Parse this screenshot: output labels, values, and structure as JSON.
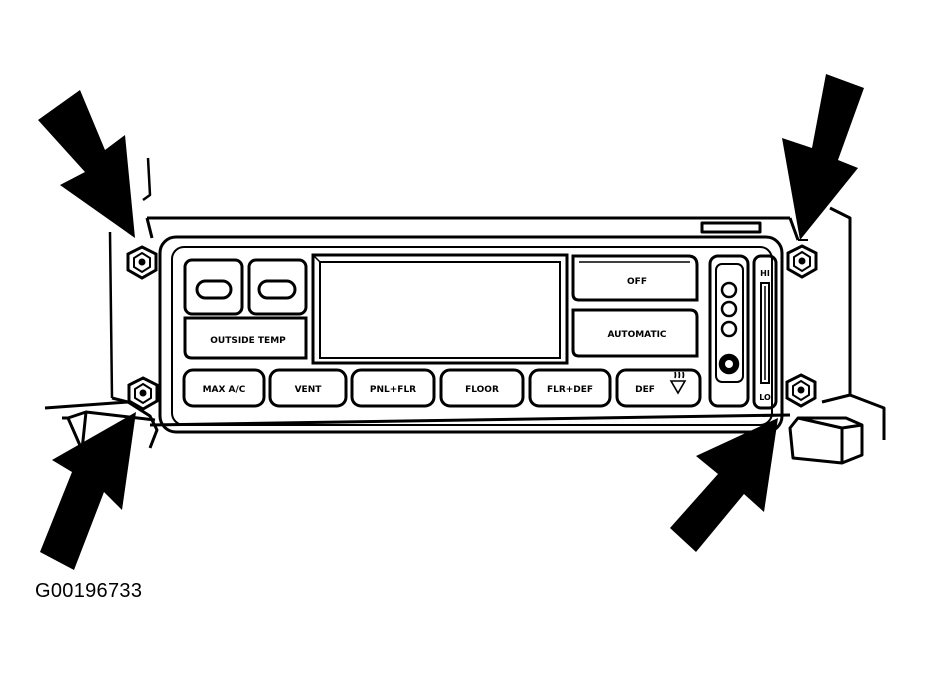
{
  "figure_id": "G00196733",
  "panel": {
    "buttons": {
      "outside_temp": "OUTSIDE TEMP",
      "off": "OFF",
      "automatic": "AUTOMATIC",
      "max_ac": "MAX A/C",
      "vent": "VENT",
      "pnl_flr": "PNL+FLR",
      "floor": "FLOOR",
      "flr_def": "FLR+DEF",
      "def": "DEF"
    },
    "fan_slider": {
      "high_label": "HI",
      "low_label": "LO"
    }
  },
  "callouts": {
    "arrow_count": 4,
    "fastener_count": 4
  },
  "colors": {
    "ink": "#000000",
    "paper": "#ffffff"
  }
}
